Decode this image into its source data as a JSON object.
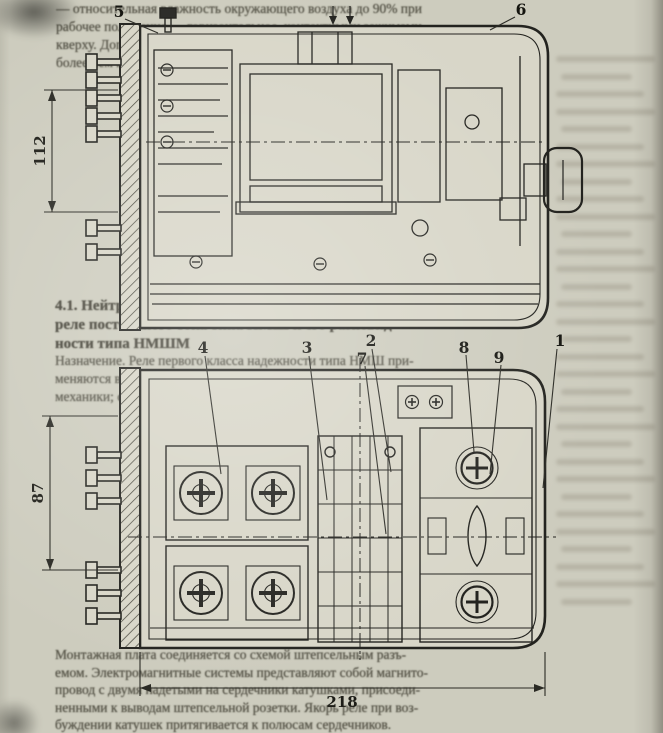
{
  "document": {
    "top_paragraph": {
      "lines": [
        "— относительная влажность окружающего воздуха до 90% при",
        "рабочее положение — горизонтальное, контактными зажимами",
        "кверху. Допускается отклонение реле от рабочего положения не",
        "более чем на 5° при любых условиях эксплуатации."
      ]
    },
    "section_heading": {
      "lines": [
        "4.1. Нейтральные малогабаритные штепсельные",
        "реле постоянного тока типа НМШ и его разновид-",
        "ности типа НМШМ"
      ]
    },
    "middle_paragraph": {
      "lines": [
        "Назначение. Реле первого класса надежности типа НМШ при-",
        "меняются в устройствах железнодорожной автоматики и теле-",
        "механики; сопротивление обмоток 2550 Ом."
      ]
    },
    "bottom_paragraph": {
      "lines": [
        "Монтажная плата соединяется со схемой штепсельным разъ-",
        "емом. Электромагнитные системы представляют собой магнито-",
        "провод с двумя надетыми на сердечники катушками, присоеди-",
        "ненными к выводам штепсельной розетки. Якорь реле при воз-",
        "буждении катушек притягивается к полюсам сердечников."
      ]
    }
  },
  "figure": {
    "dimensions": {
      "side_height": "112",
      "plan_depth": "87",
      "width": "218"
    },
    "callouts": {
      "c1": "1",
      "c2": "2",
      "c3": "3",
      "c4": "4",
      "c5": "5",
      "c6": "6",
      "c7": "7",
      "c8": "8",
      "c9": "9"
    }
  }
}
